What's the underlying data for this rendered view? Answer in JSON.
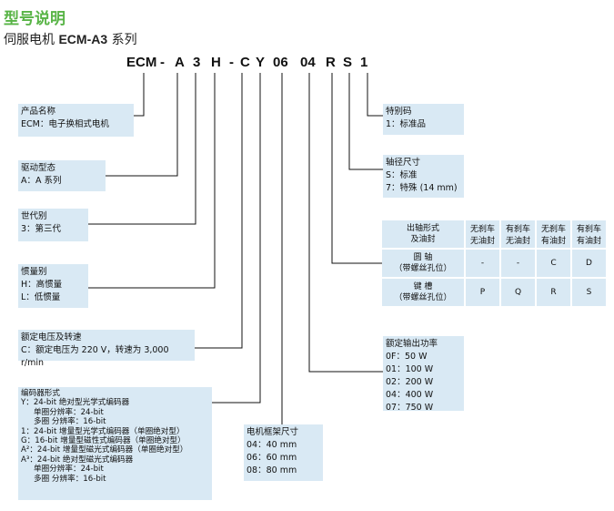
{
  "heading": "型号说明",
  "subtitle_prefix": "伺服电机 ",
  "subtitle_model": "ECM-A3",
  "subtitle_suffix": " 系列",
  "code": [
    "ECM",
    "-",
    "A",
    "3",
    "H",
    "-",
    "C",
    "Y",
    "06",
    "04",
    "R",
    "S",
    "1"
  ],
  "product_name": {
    "title": "产品名称",
    "value": "ECM：电子换相式电机"
  },
  "drive_type": {
    "title": "驱动型态",
    "value": "A：A 系列"
  },
  "generation": {
    "title": "世代别",
    "value": "3：第三代"
  },
  "inertia": {
    "title": "惯量别",
    "h": "H：高惯量",
    "l": "L：低惯量"
  },
  "rated_voltage": {
    "title": "额定电压及转速",
    "value": "C：额定电压为 220 V，转速为 3,000 r/min"
  },
  "encoder": {
    "title": "编码器形式",
    "y1": "Y：24-bit 绝对型光学式编码器",
    "y2": "单圈分辨率：24-bit",
    "y3": "多圈    分辨率：16-bit",
    "one": "1：24-bit 增量型光学式编码器（单圈绝对型）",
    "g": "G：16-bit 增量型磁性式编码器（单圈绝对型）",
    "a2_1": "A²：24-bit 增量型磁光式编码器（单圈绝对型）",
    "a2_2": "A³：24-bit 绝对型磁光式编码器",
    "a2_3": "单圈分辨率：24-bit",
    "a2_4": "多圈    分辨率：16-bit"
  },
  "frame": {
    "title": "电机框架尺寸",
    "r1": "04：40 mm",
    "r2": "06：60 mm",
    "r3": "08：80 mm"
  },
  "special": {
    "title": "特别码",
    "value": "1：标准品"
  },
  "shaft_size": {
    "title": "轴径尺寸",
    "s": "S：标准",
    "seven": "7：特殊 (14 mm)"
  },
  "shaft_table": {
    "corner": [
      "出轴形式",
      "及油封"
    ],
    "headers": [
      [
        "无刹车",
        "无油封"
      ],
      [
        "有刹车",
        "无油封"
      ],
      [
        "无刹车",
        "有油封"
      ],
      [
        "有刹车",
        "有油封"
      ]
    ],
    "rows": [
      {
        "label": [
          "圆    轴",
          "（带螺丝孔位）"
        ],
        "cells": [
          "-",
          "-",
          "C",
          "D"
        ]
      },
      {
        "label": [
          "键    槽",
          "（带螺丝孔位）"
        ],
        "cells": [
          "P",
          "Q",
          "R",
          "S"
        ]
      }
    ]
  },
  "power": {
    "title": "额定输出功率",
    "r1": "0F：50 W",
    "r2": "01：100 W",
    "r3": "02：200 W",
    "r4": "04：400 W",
    "r5": "07：750 W"
  },
  "colors": {
    "title_green": "#58b446",
    "box_blue": "#d9e9f4"
  }
}
